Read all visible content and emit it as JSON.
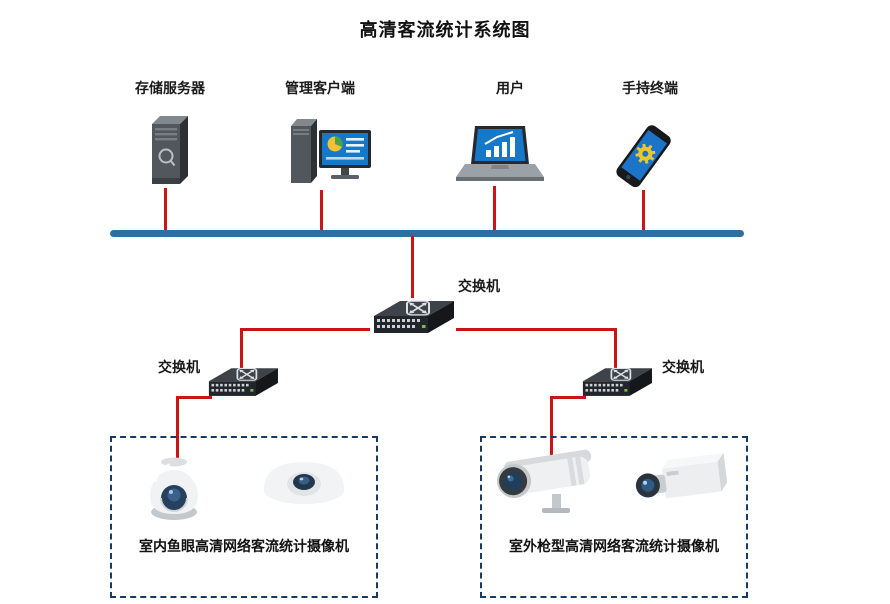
{
  "title": "高清客流统计系统图",
  "devices": {
    "storage_server": {
      "label": "存储服务器",
      "icon": "server-tower-icon"
    },
    "management_client": {
      "label": "管理客户端",
      "icon": "desktop-computer-icon"
    },
    "user": {
      "label": "用户",
      "icon": "laptop-icon"
    },
    "handheld_terminal": {
      "label": "手持终端",
      "icon": "smartphone-icon"
    }
  },
  "switches": {
    "core": {
      "label": "交换机",
      "icon": "network-switch-icon"
    },
    "left": {
      "label": "交换机",
      "icon": "network-switch-icon"
    },
    "right": {
      "label": "交换机",
      "icon": "network-switch-icon"
    }
  },
  "camera_groups": {
    "indoor_fisheye": {
      "label": "室内鱼眼高清网络客流统计摄像机",
      "icons": [
        "dome-camera-icon",
        "fisheye-camera-icon"
      ]
    },
    "outdoor_bullet": {
      "label": "室外枪型高清网络客流统计摄像机",
      "icons": [
        "bullet-camera-icon",
        "box-camera-icon"
      ]
    }
  },
  "colors": {
    "bus": "#2f6f9f",
    "connector": "#cc1414",
    "box_border": "#173a66",
    "background": "#ffffff"
  }
}
